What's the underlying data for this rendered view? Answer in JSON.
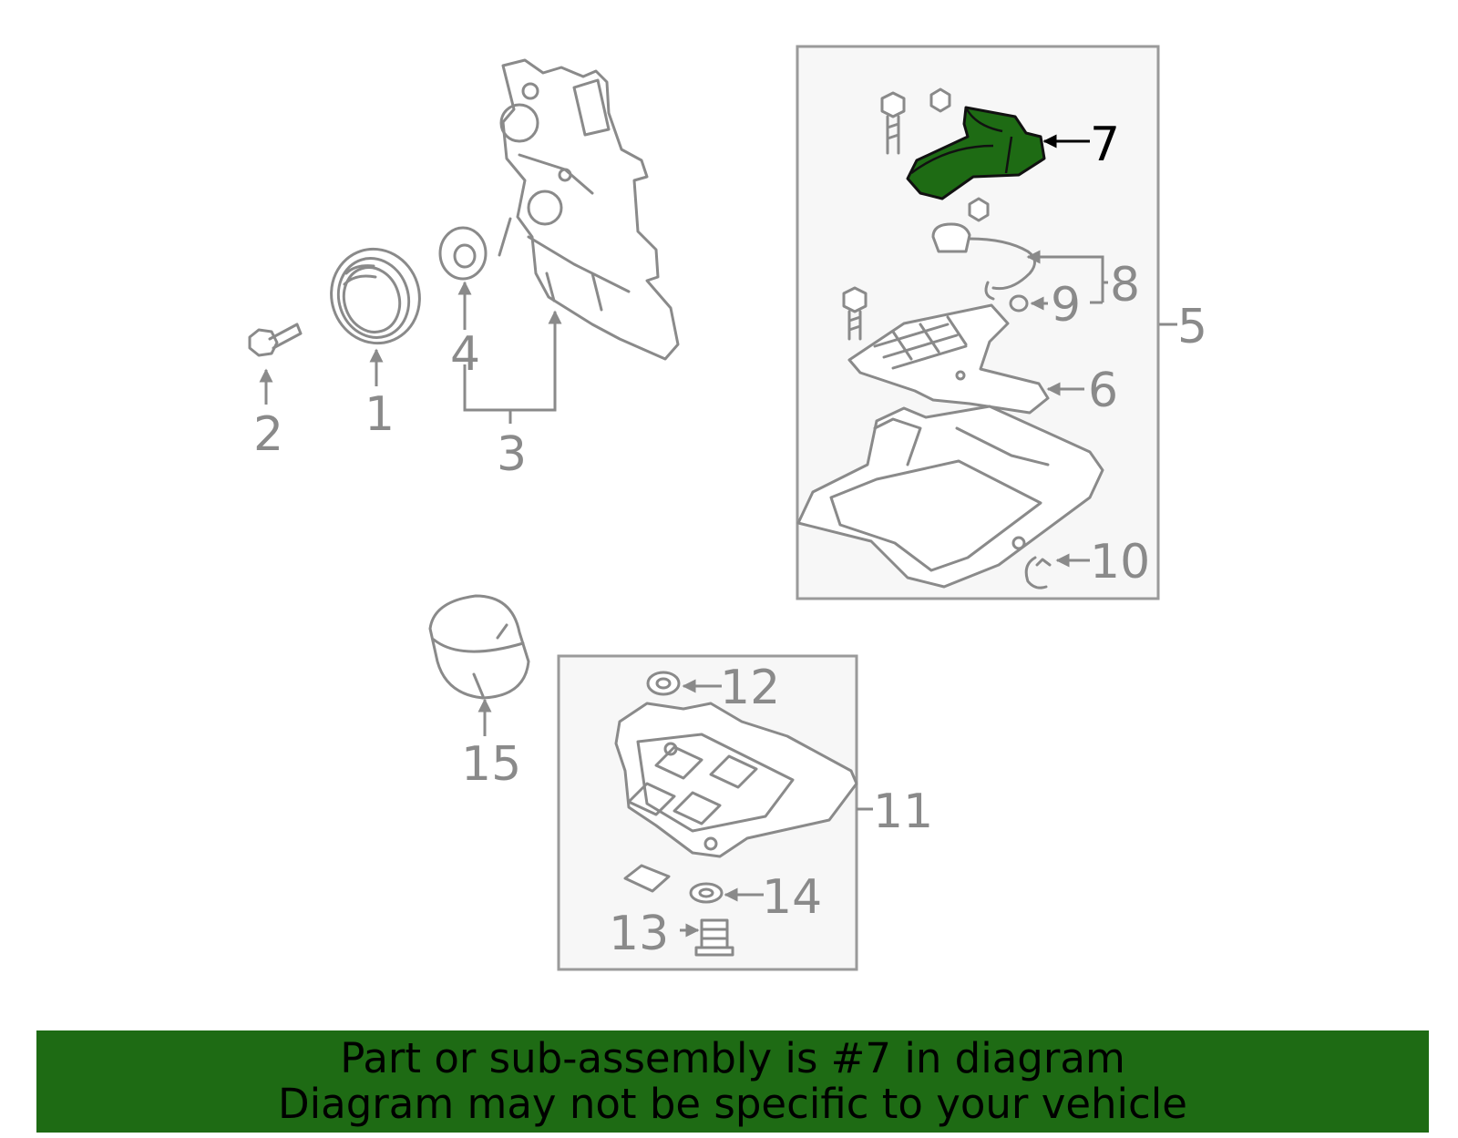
{
  "callouts": {
    "c1": "1",
    "c2": "2",
    "c3": "3",
    "c4": "4",
    "c5": "5",
    "c6": "6",
    "c7": "7",
    "c8": "8",
    "c9": "9",
    "c10": "10",
    "c11": "11",
    "c12": "12",
    "c13": "13",
    "c14": "14",
    "c15": "15"
  },
  "highlight": {
    "part_number": "7",
    "color": "#1e6b14"
  },
  "banner": {
    "line1": "Part or sub-assembly is #7 in diagram",
    "line2": "Diagram may not be specific to your vehicle",
    "background": "#1e6b14"
  }
}
